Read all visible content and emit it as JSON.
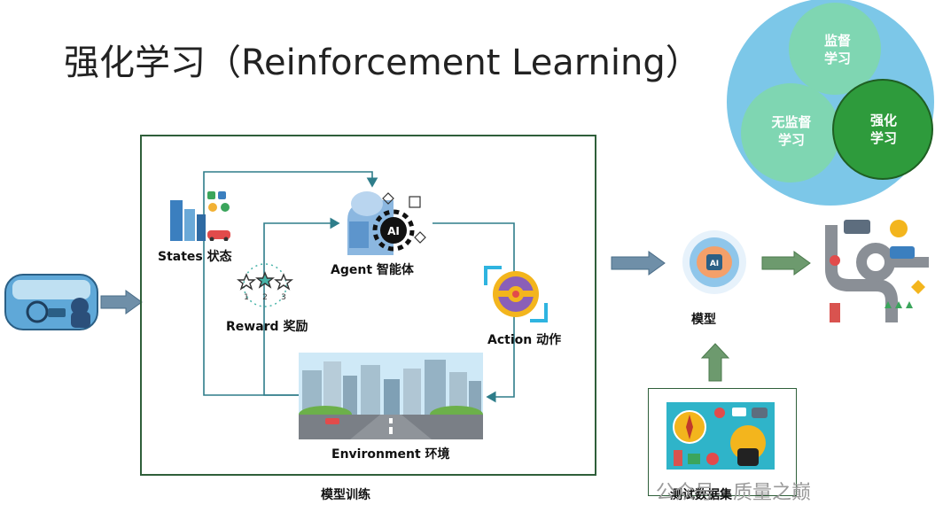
{
  "title": "强化学习（Reinforcement Learning）",
  "nodes": {
    "states": "States 状态",
    "agent": "Agent 智能体",
    "reward": "Reward 奖励",
    "action": "Action 动作",
    "environment": "Environment 环境",
    "model": "模型"
  },
  "box_labels": {
    "training": "模型训练",
    "testset": "测试数据集"
  },
  "venn": {
    "supervised": [
      "监督",
      "学习"
    ],
    "unsupervised": [
      "无监督",
      "学习"
    ],
    "reinforcement": [
      "强化",
      "学习"
    ]
  },
  "reward_stars": [
    "1",
    "2",
    "3"
  ],
  "agent_chip": "AI",
  "model_chip": "AI",
  "watermark": "公众号 · 质量之巅",
  "colors": {
    "arrow_blue": "#6f8fa8",
    "arrow_green": "#6d9a6e",
    "flow_line": "#2e7d8a",
    "venn_outer": "#7cc7e8",
    "venn_light": "#7fd6b2",
    "venn_dark": "#2e9b3c"
  }
}
